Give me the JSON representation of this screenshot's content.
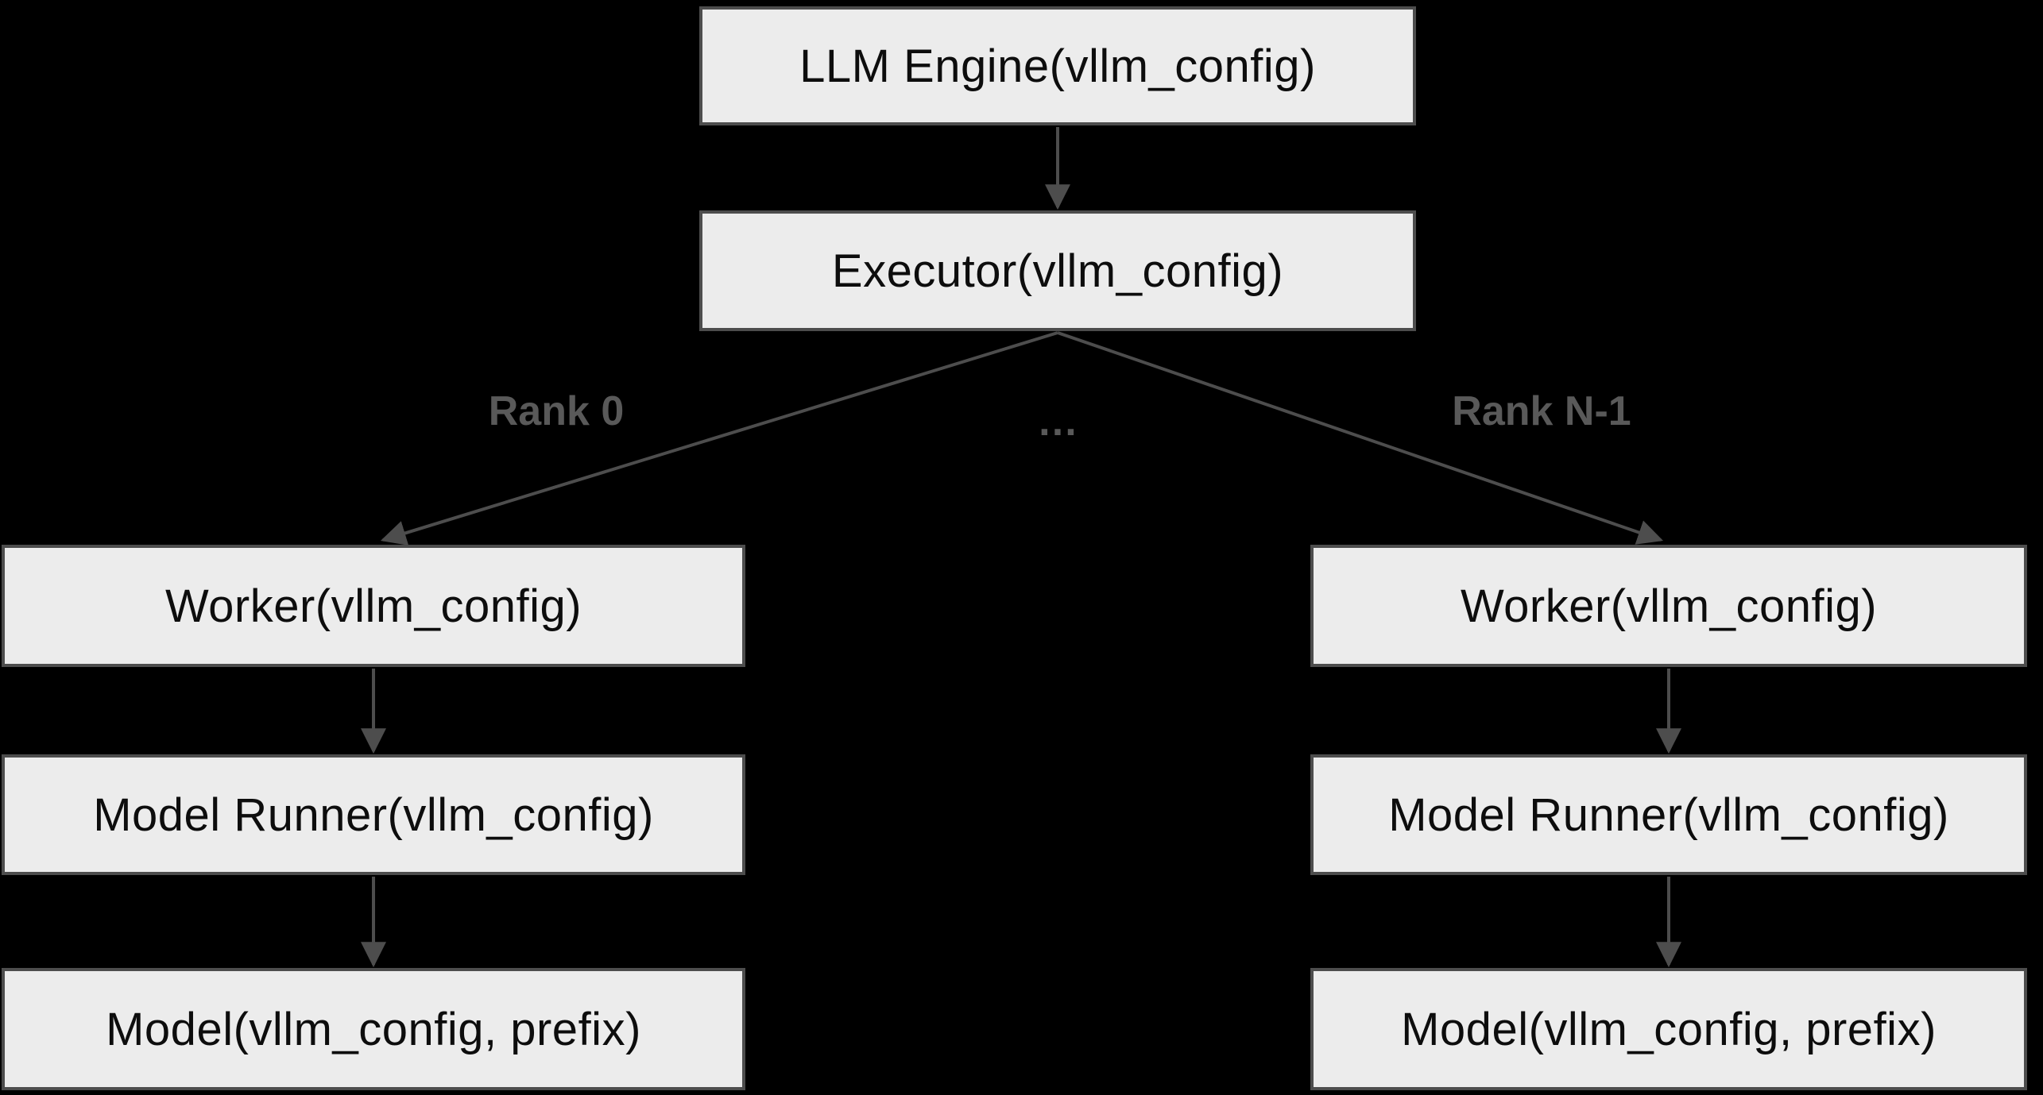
{
  "diagram": {
    "description": "vLLM engine architecture flow diagram",
    "nodes": {
      "llm_engine": {
        "label": "LLM Engine(vllm_config)"
      },
      "executor": {
        "label": "Executor(vllm_config)"
      },
      "worker_left": {
        "label": "Worker(vllm_config)"
      },
      "model_runner_left": {
        "label": "Model Runner(vllm_config)"
      },
      "model_left": {
        "label": "Model(vllm_config, prefix)"
      },
      "worker_right": {
        "label": "Worker(vllm_config)"
      },
      "model_runner_right": {
        "label": "Model Runner(vllm_config)"
      },
      "model_right": {
        "label": "Model(vllm_config, prefix)"
      }
    },
    "edge_labels": {
      "rank0": "Rank 0",
      "ellipsis": "…",
      "rank_n_minus_1": "Rank N-1"
    },
    "edges": [
      {
        "from": "llm_engine",
        "to": "executor"
      },
      {
        "from": "executor",
        "to": "worker_left",
        "label": "Rank 0"
      },
      {
        "from": "executor",
        "to": "worker_right",
        "label": "Rank N-1"
      },
      {
        "from": "worker_left",
        "to": "model_runner_left"
      },
      {
        "from": "model_runner_left",
        "to": "model_left"
      },
      {
        "from": "worker_right",
        "to": "model_runner_right"
      },
      {
        "from": "model_runner_right",
        "to": "model_right"
      }
    ],
    "colors": {
      "background": "#000000",
      "node_fill": "#ececec",
      "node_border": "#4d4d4d",
      "edge": "#4d4d4d",
      "edge_label_text": "#595959",
      "node_text": "#0d0d0d"
    }
  }
}
